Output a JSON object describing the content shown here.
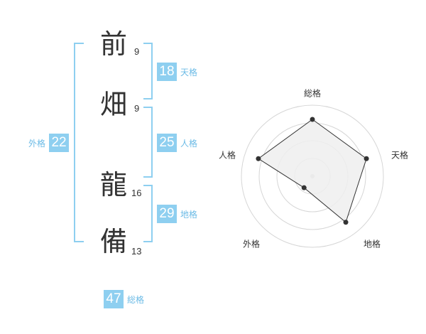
{
  "name": {
    "chars": [
      {
        "char": "前",
        "strokes": "9"
      },
      {
        "char": "畑",
        "strokes": "9"
      },
      {
        "char": "龍",
        "strokes": "16"
      },
      {
        "char": "備",
        "strokes": "13"
      }
    ]
  },
  "scores": {
    "tenkaku": {
      "value": "18",
      "label": "天格"
    },
    "jinkaku": {
      "value": "25",
      "label": "人格"
    },
    "chikaku": {
      "value": "29",
      "label": "地格"
    },
    "gaikaku": {
      "value": "22",
      "label": "外格"
    },
    "soukaku": {
      "value": "47",
      "label": "総格"
    }
  },
  "colors": {
    "accent": "#8ecff0",
    "accent_text": "#6cbbe6",
    "text": "#333333"
  },
  "chart_data": {
    "type": "radar",
    "axes": [
      "総格",
      "天格",
      "地格",
      "外格",
      "人格"
    ],
    "values": [
      0.8,
      0.8,
      0.8,
      0.2,
      0.8
    ],
    "range": [
      0,
      1
    ],
    "rings": 4,
    "fill": "#efefef",
    "line": "#333333"
  }
}
